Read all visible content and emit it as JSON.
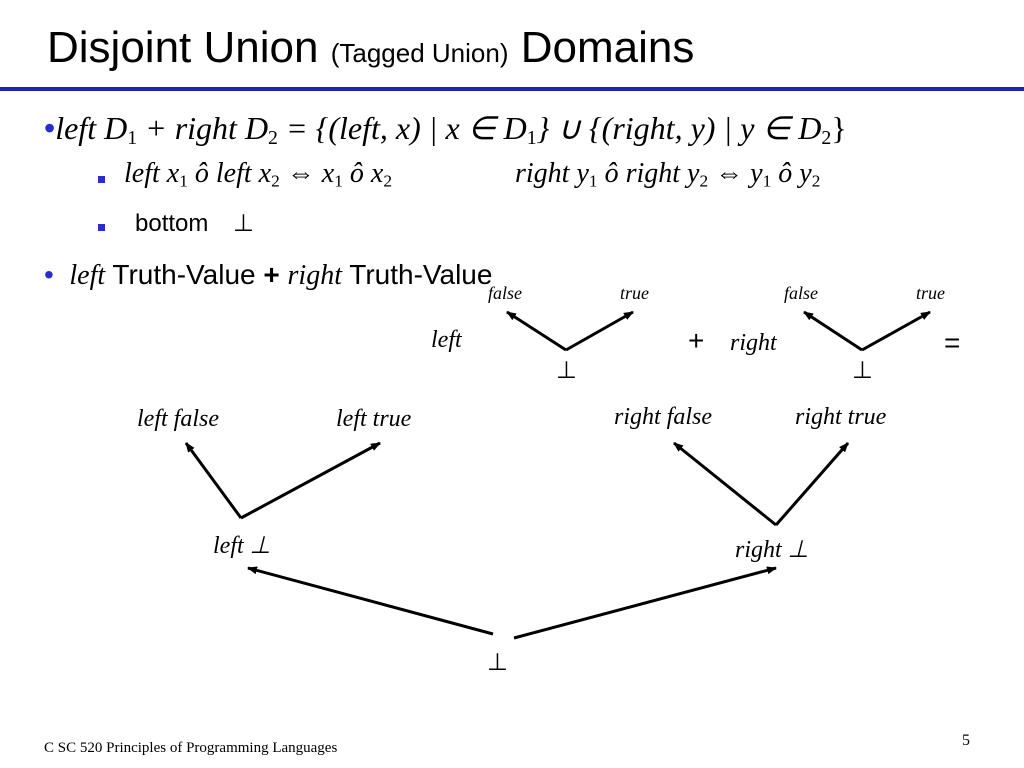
{
  "title": {
    "main": "Disjoint Union",
    "paren": "(Tagged Union)",
    "tail": "Domains"
  },
  "bullet1": {
    "bullet": "•",
    "lhs": "left D",
    "lhs_sub": "1",
    "plus": " +  right D",
    "lhs_sub2": "2",
    "rhs": " = {(left, x) | x ∈ D",
    "rhs_sub1": "1",
    "union": "} ∪ {(right, y) | y ∈ D",
    "rhs_sub2": "2",
    "close": "}"
  },
  "sub1": {
    "left_part": "left x",
    "s1": "1",
    "op1": " ô ",
    "left_part2": "left x",
    "s2": "2",
    "iff": "  ⇔  x",
    "s3": "1",
    "op2": " ô  x",
    "s4": "2",
    "right_part": "right  y",
    "r1": "1",
    "rop1": " ô  right  y",
    "r2": "2",
    "riff": "  ⇔  y",
    "r3": "1",
    "rop2": " ô  y",
    "r4": "2"
  },
  "sub2": {
    "label": "bottom",
    "symbol": "⊥"
  },
  "bullet2": {
    "bullet": "•",
    "left_word": "left",
    "tv1": " Truth-Value ",
    "plus": "+",
    "right_word": "right",
    "tv2": " Truth-Value"
  },
  "diagram": {
    "small1": {
      "false": "false",
      "true": "true",
      "bottom": "⊥",
      "tag": "left"
    },
    "plus": "+",
    "small2": {
      "false": "false",
      "true": "true",
      "bottom": "⊥",
      "tag": "right"
    },
    "equals": "=",
    "big": {
      "left_false": "left  false",
      "left_true": "left  true",
      "right_false": "right false",
      "right_true": "right  true",
      "left_bottom": "left ⊥",
      "right_bottom": "right ⊥",
      "bottom": "⊥"
    }
  },
  "footer": {
    "course": "C SC 520 Principles of Programming Languages",
    "page": "5"
  },
  "colors": {
    "accent": "#1c22b4",
    "bullet": "#2a2bd0"
  }
}
